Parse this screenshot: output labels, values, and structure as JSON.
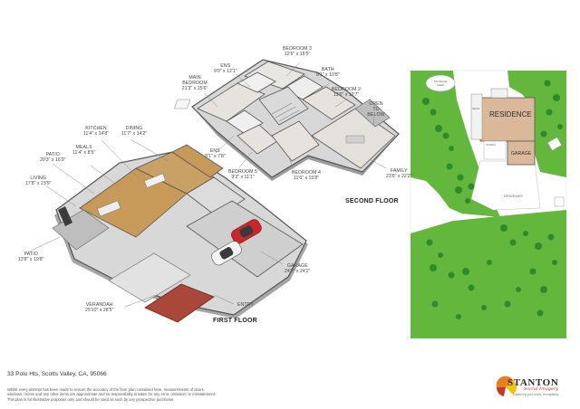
{
  "address": "33 Polo Hts, Scotts Valley, CA, 95066",
  "disclaimer": [
    "Whilst every attempt has been made to ensure the accuracy of the floor plan contained here, measurements of doors,",
    "windows, rooms and any other items are approximate and no responsibility is taken for any error, omission, or misstatement.",
    "This plan is for illustrative purposes only and should be used as such by any prospective purchaser."
  ],
  "floors": {
    "first": "FIRST FLOOR",
    "second": "SECOND FLOOR"
  },
  "rooms": {
    "bedroom3": {
      "name": "BEDROOM 3",
      "dim": "12'6\" x 15'5\""
    },
    "ens_upper": {
      "name": "ENS",
      "dim": "9'0\" x 12'1\""
    },
    "bath": {
      "name": "BATH",
      "dim": "8'1\" x 10'8\""
    },
    "main_bedroom": {
      "name": "MAIN BEDROOM",
      "dim": "21'3\" x 15'6\""
    },
    "bedroom2": {
      "name": "BEDROOM 2",
      "dim": "13'6\" x 12'7\""
    },
    "open_to_below": {
      "name": "OPEN TO BELOW",
      "dim": ""
    },
    "kitchen": {
      "name": "KITCHEN",
      "dim": "11'4\" x 14'8\""
    },
    "dining": {
      "name": "DINING",
      "dim": "11'7\" x 14'2\""
    },
    "meals": {
      "name": "MEALS",
      "dim": "11'4\" x 8'5\""
    },
    "patio_upper": {
      "name": "PATIO",
      "dim": "20'3\" x 16'9\""
    },
    "ens_lower": {
      "name": "ENS",
      "dim": "8'1\" x 7'8\""
    },
    "bedroom5": {
      "name": "BEDROOM 5",
      "dim": "9'3\" x 11'1\""
    },
    "bedroom4": {
      "name": "BEDROOM 4",
      "dim": "11'6\" x 15'8\""
    },
    "family": {
      "name": "FAMILY",
      "dim": "23'6\" x 22'2\""
    },
    "living": {
      "name": "LIVING",
      "dim": "17'8\" x 23'9\""
    },
    "patio_lower": {
      "name": "PATIO",
      "dim": "13'8\" x 19'8\""
    },
    "garage": {
      "name": "GARAGE",
      "dim": "24'7\" x 24'2\""
    },
    "verandah": {
      "name": "VERANDAH",
      "dim": "25'10\" x 28'5\""
    },
    "entry": {
      "name": "ENTRY",
      "dim": ""
    }
  },
  "site": {
    "residence": "RESIDENCE",
    "garage": "GARAGE",
    "driveway": "DRIVEWAY",
    "deck": "DECK",
    "stairs": "STAIRS",
    "storage_shed": "STORAGE SHED"
  },
  "logo": {
    "word": "STANTON",
    "script": "Social Imagery",
    "tag": "Capturing your world, thoughtfully"
  },
  "colors": {
    "lawn": "#63b73d",
    "tree": "#2f8a2a",
    "residence": "#d9b99a",
    "wood": "#c79a5a",
    "wall": "#4a4a4a",
    "car": "#c8282c",
    "brick": "#a8473a"
  }
}
